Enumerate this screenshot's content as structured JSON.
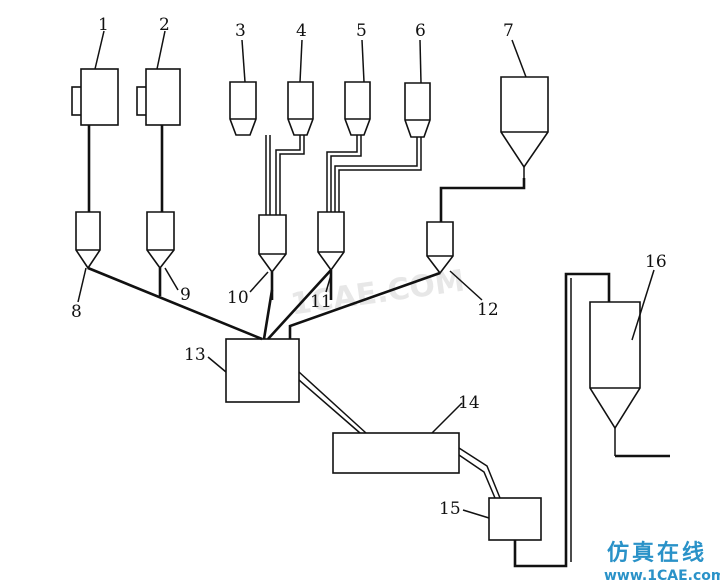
{
  "labels": {
    "l1": "1",
    "l2": "2",
    "l3": "3",
    "l4": "4",
    "l5": "5",
    "l6": "6",
    "l7": "7",
    "l8": "8",
    "l9": "9",
    "l10": "10",
    "l11": "11",
    "l12": "12",
    "l13": "13",
    "l14": "14",
    "l15": "15",
    "l16": "16"
  },
  "watermark": {
    "title": "仿真在线",
    "site": "www.1CAE.com",
    "ghost": "1CAE.COM"
  },
  "colors": {
    "line": "#111111",
    "watermark": "#2a92c8"
  }
}
